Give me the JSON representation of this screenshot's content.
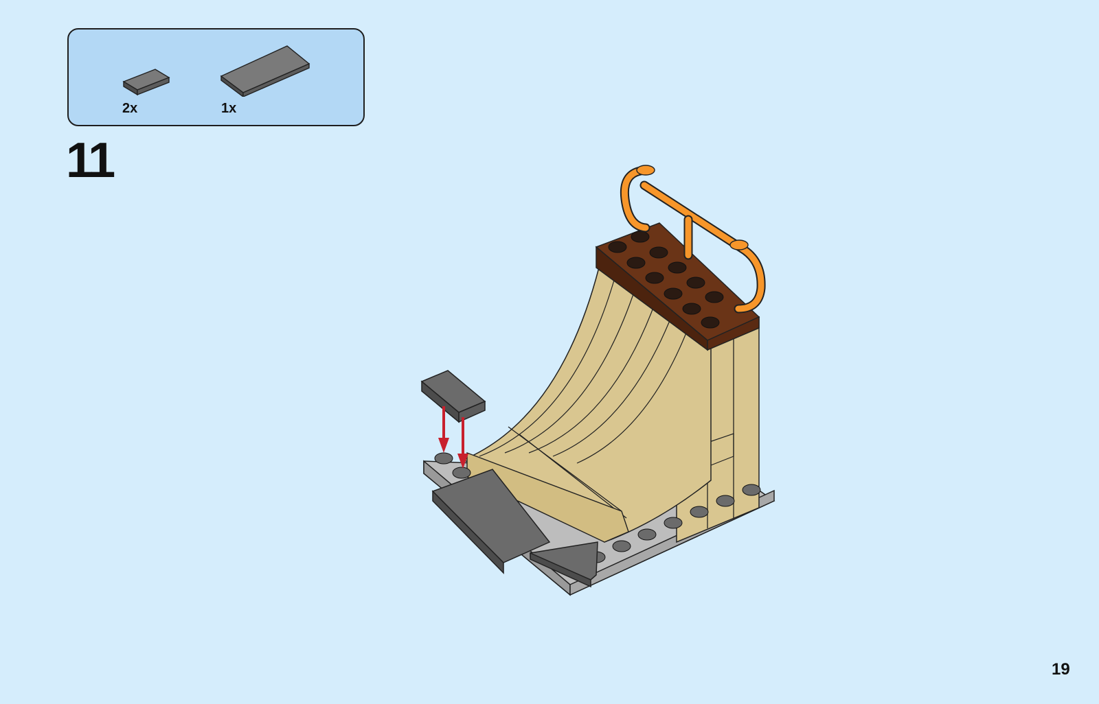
{
  "parts_list": {
    "items": [
      {
        "name": "tile-1x2-dark-gray",
        "qty": "2x",
        "color": "#6b6b6b"
      },
      {
        "name": "tile-2x4-dark-gray",
        "qty": "1x",
        "color": "#6b6b6b"
      }
    ]
  },
  "step": {
    "number": "11"
  },
  "page": {
    "number": "19"
  },
  "colors": {
    "background": "#d5edfc",
    "parts_box": "#b3d8f5",
    "tan": "#d9c690",
    "dark_brown": "#6a3417",
    "orange": "#f7962a",
    "light_gray": "#bdbdbd",
    "dark_gray": "#6b6b6b",
    "arrow_red": "#c8202d"
  }
}
